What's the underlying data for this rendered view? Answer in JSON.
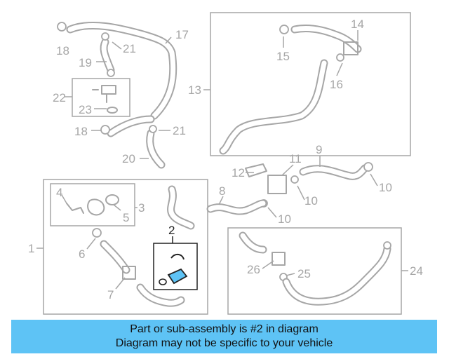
{
  "diagram": {
    "highlight_color": "#5ec3f5",
    "label_color": "#a6a6a6",
    "callouts": [
      "1",
      "2",
      "3",
      "4",
      "5",
      "6",
      "7",
      "8",
      "9",
      "10",
      "10",
      "10",
      "11",
      "12",
      "13",
      "14",
      "15",
      "16",
      "17",
      "18",
      "18",
      "19",
      "20",
      "21",
      "21",
      "22",
      "23",
      "24",
      "25",
      "26"
    ]
  },
  "banner": {
    "line1": "Part or sub-assembly is #2 in diagram",
    "line2": "Diagram may not be specific to your vehicle"
  }
}
